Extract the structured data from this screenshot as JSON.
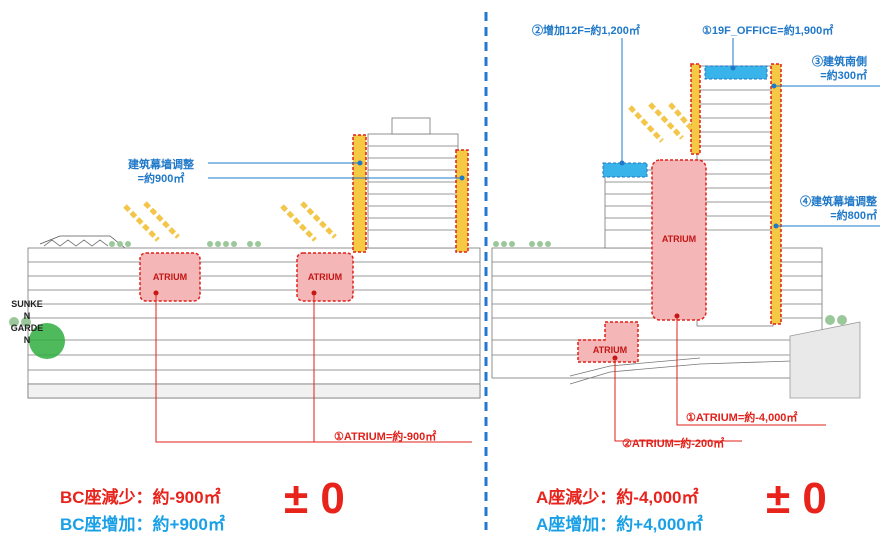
{
  "labels": {
    "bc_curtain": "建筑幕墙调整\n=約900㎡",
    "bc_atrium": "①ATRIUM=約-900㎡",
    "a_add12f": "②增加12F=約1,200㎡",
    "a_office": "①19F_OFFICE=約1,900㎡",
    "a_south": "③建筑南側\n=約300㎡",
    "a_curtain": "④建筑幕墙调整\n=約800㎡",
    "a_atrium1": "①ATRIUM=約-4,000㎡",
    "a_atrium2": "②ATRIUM=約-200㎡",
    "atrium": "ATRIUM",
    "sunken_garden": "SUNKE\nN\nGARDE\nN"
  },
  "summary": {
    "bc_decrease": "BC座減少：約-900㎡",
    "bc_increase": "BC座增加：約+900㎡",
    "a_decrease": "A座減少：約-4,000㎡",
    "a_increase": "A座增加：約+4,000㎡",
    "bc_total": "± 0",
    "a_total": "± 0"
  },
  "colors": {
    "red": "#e0201a",
    "blue": "#1f78c8",
    "light_blue": "#1aa0e6",
    "atrium_fill": "#f4b6b6",
    "curtain_yellow": "#f6c945",
    "divider": "#2377d0"
  }
}
